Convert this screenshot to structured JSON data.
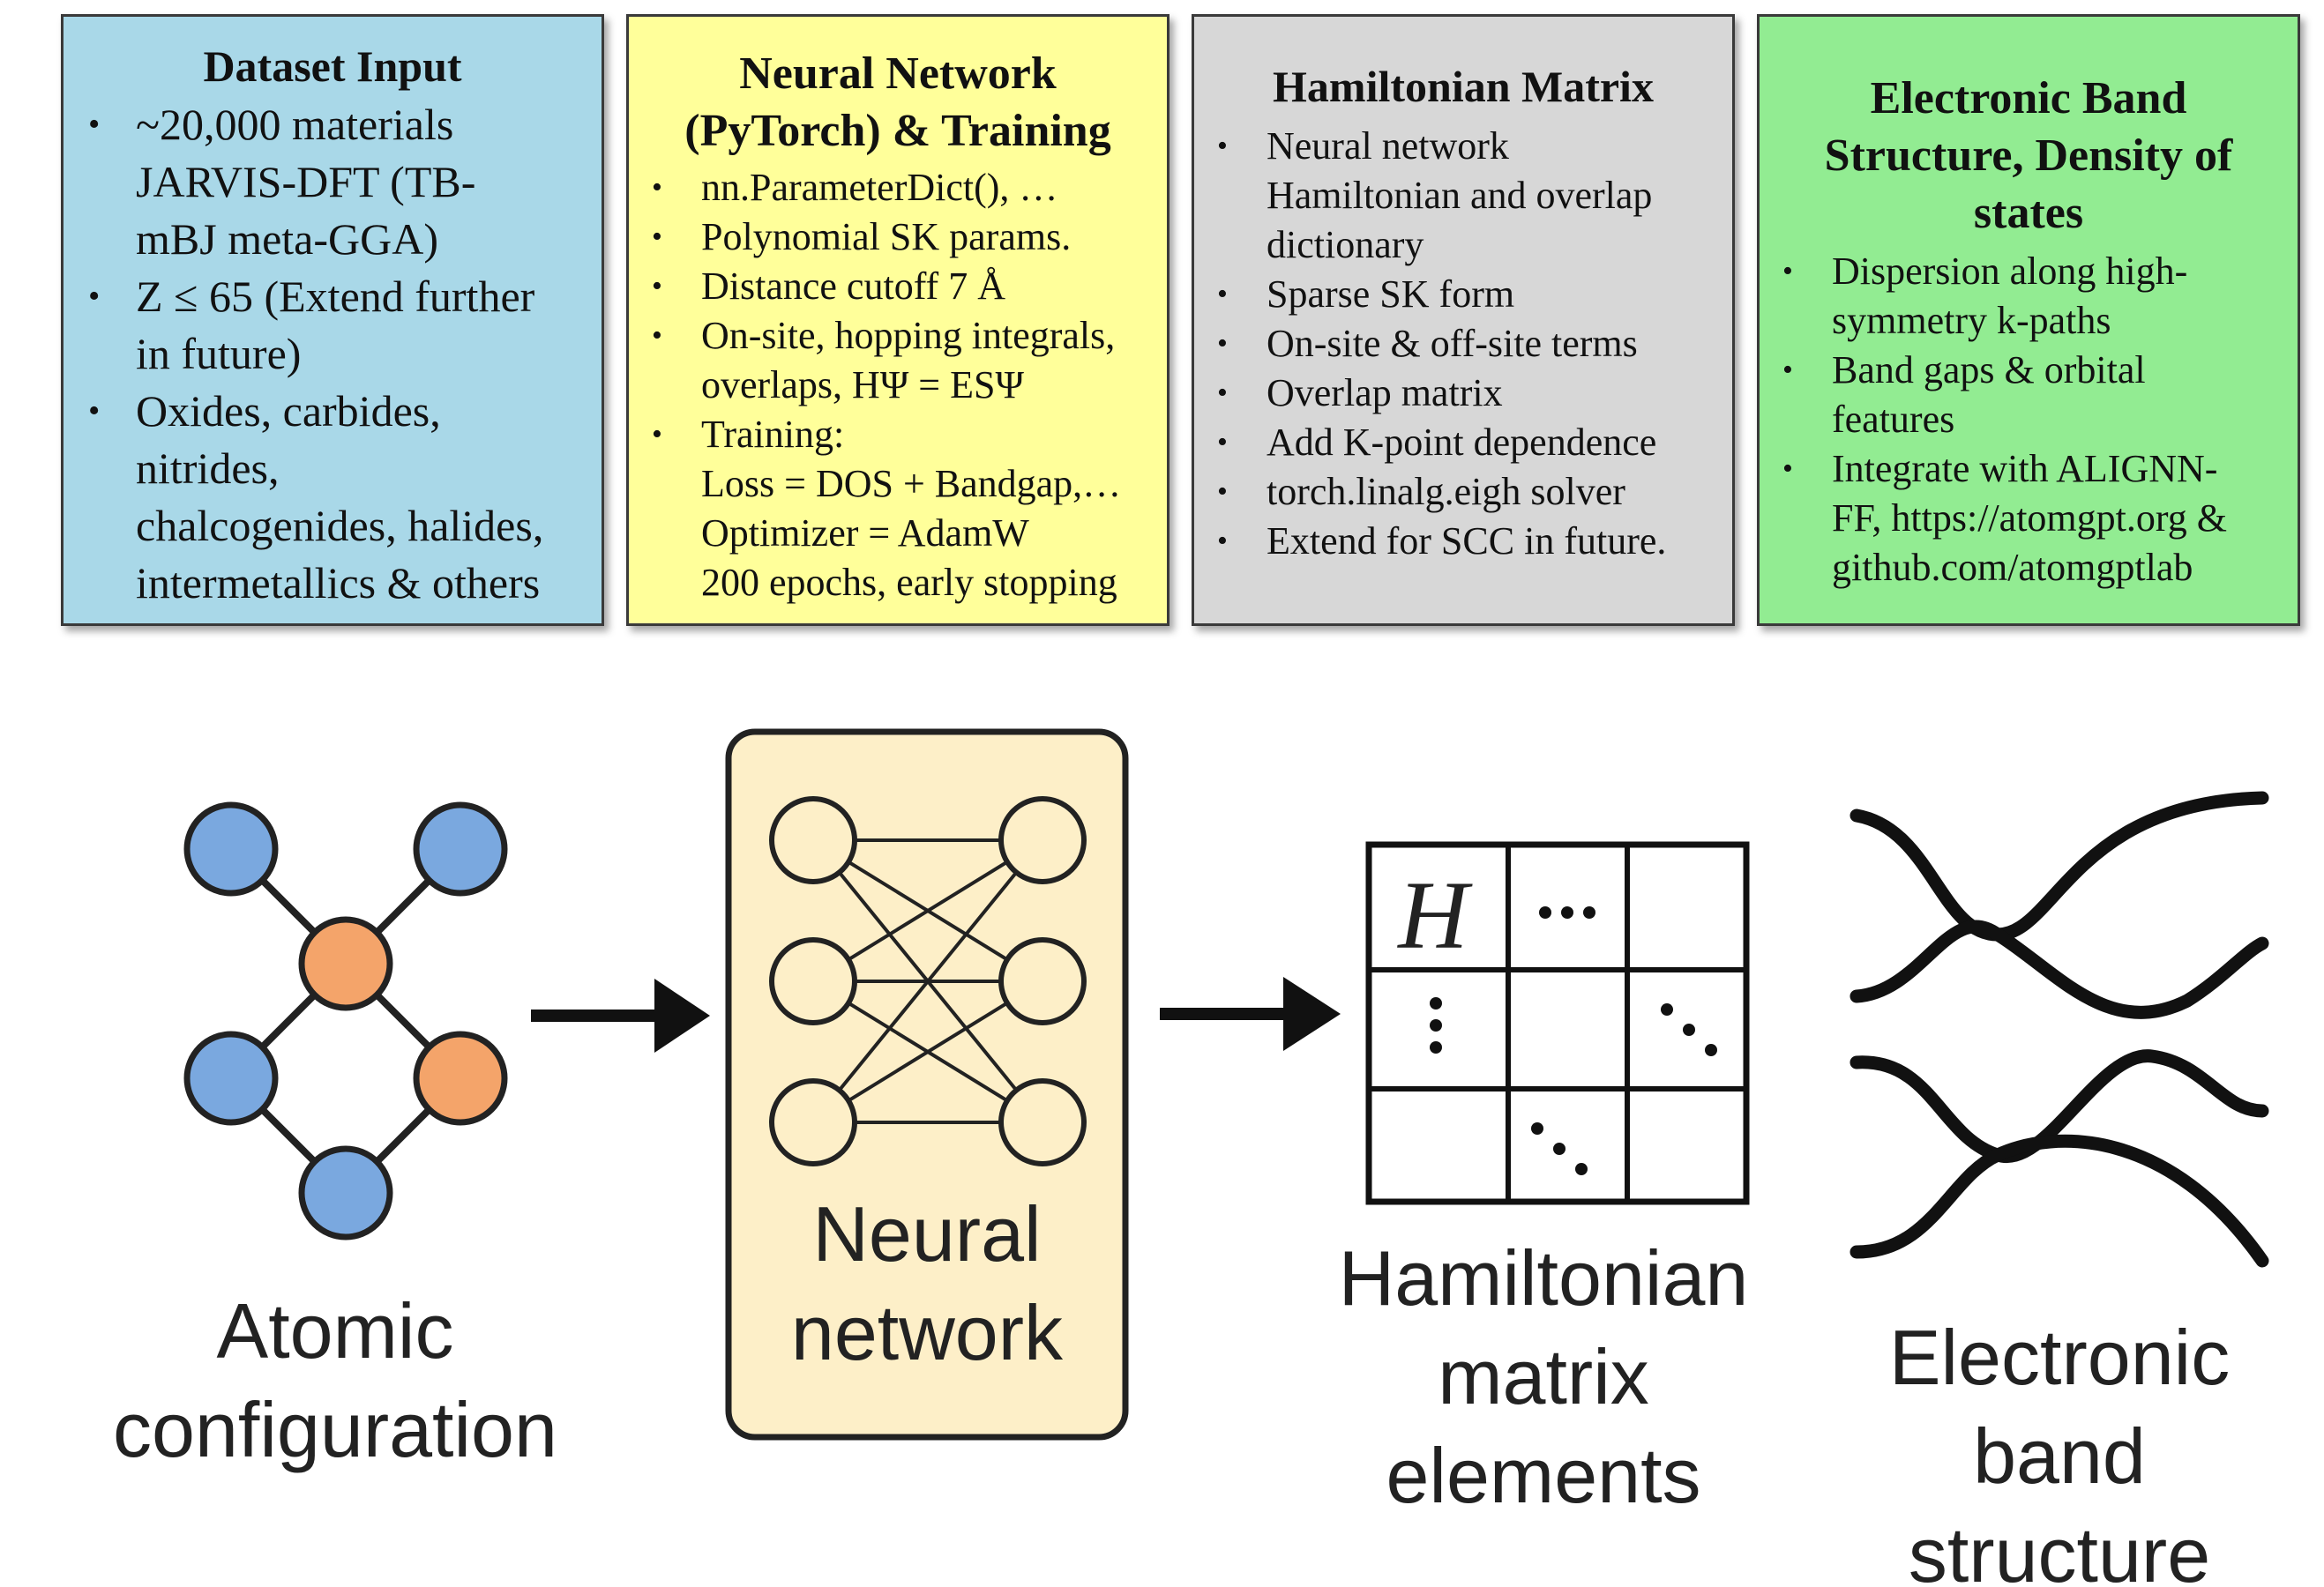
{
  "boxes": {
    "dataset": {
      "title": "Dataset Input",
      "items": [
        [
          "~20,000 materials",
          "JARVIS-DFT (TB-",
          "mBJ meta-GGA)"
        ],
        [
          "Z ≤ 65 (Extend further",
          "in future)"
        ],
        [
          "Oxides, carbides,",
          "nitrides,",
          "chalcogenides, halides,",
          "intermetallics & others"
        ]
      ],
      "color": "#a9d8e8"
    },
    "nn": {
      "title_line1": "Neural Network",
      "title_line2": "(PyTorch) & Training",
      "items": [
        [
          "nn.ParameterDict(), …"
        ],
        [
          "Polynomial SK params."
        ],
        [
          "Distance cutoff 7 Å"
        ],
        [
          "On-site, hopping integrals,",
          "overlaps, HΨ = ESΨ"
        ],
        [
          "Training:",
          "Loss = DOS + Bandgap,…",
          "Optimizer = AdamW",
          "200 epochs, early stopping"
        ]
      ],
      "color": "#ffff9a"
    },
    "hamiltonian": {
      "title": "Hamiltonian Matrix",
      "items": [
        [
          "Neural network",
          "Hamiltonian and overlap",
          "dictionary"
        ],
        [
          "Sparse SK form"
        ],
        [
          "On-site & off-site terms"
        ],
        [
          "Overlap matrix"
        ],
        [
          "Add K-point dependence"
        ],
        [
          "torch.linalg.eigh solver"
        ],
        [
          "Extend for SCC in future."
        ]
      ],
      "color": "#d7d7d7"
    },
    "band": {
      "title_line1": "Electronic Band",
      "title_line2": "Structure, Density of",
      "title_line3": "states",
      "items": [
        [
          "Dispersion along high-",
          "symmetry k-paths"
        ],
        [
          "Band gaps & orbital",
          "features"
        ],
        [
          "Integrate with ALIGNN-",
          "FF, https://atomgpt.org &",
          "github.com/atomgptlab"
        ]
      ],
      "color": "#92ec92"
    }
  },
  "bullet": "•",
  "diagram": {
    "atomic": {
      "line1": "Atomic",
      "line2": "configuration"
    },
    "neural": {
      "line1": "Neural",
      "line2": "network"
    },
    "matrix": {
      "line1": "Hamiltonian",
      "line2": "matrix",
      "line3": "elements",
      "symbol": "H"
    },
    "bandstructure": {
      "line1": "Electronic",
      "line2": "band",
      "line3": "structure"
    },
    "colors": {
      "atom_blue": "#7aa8df",
      "atom_orange": "#f4a46a",
      "nn_fill": "#fdefc8"
    }
  }
}
